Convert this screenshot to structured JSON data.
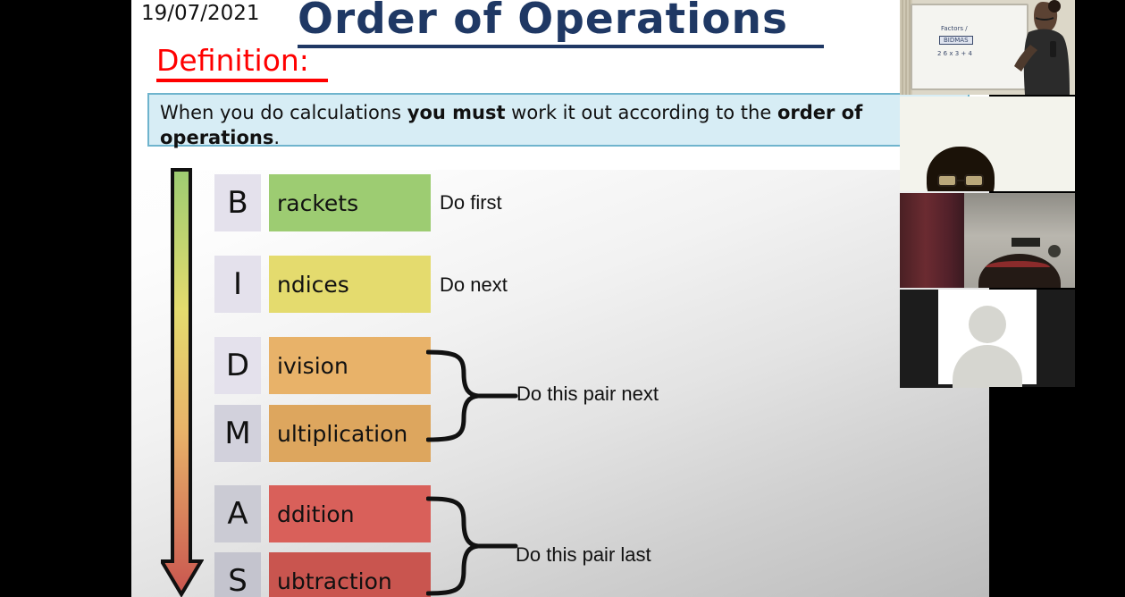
{
  "slide": {
    "date": "19/07/2021",
    "title": "Order of Operations",
    "section_heading": "Definition:",
    "definition_box": {
      "text_plain": "When you do calculations you must work it out according to the order of operations.",
      "segments": [
        {
          "text": "When you do calculations ",
          "bold": false
        },
        {
          "text": "you must",
          "bold": true
        },
        {
          "text": " work it out according to the ",
          "bold": false
        },
        {
          "text": "order of operations",
          "bold": true
        },
        {
          "text": ".",
          "bold": false
        }
      ],
      "bg_color": "#D7EDF5",
      "border_color": "#6FB4CD"
    },
    "colors": {
      "title": "#1F3864",
      "heading": "#FF0000",
      "letter_box": "#E4E1EC",
      "letter_box_grey": "#C9C9D1",
      "brackets": "#9DCC72",
      "indices": "#E4DB6E",
      "division": "#E8B269",
      "multiplication": "#DDA65E",
      "addition": "#D9605A",
      "subtraction": "#C9554F"
    },
    "arrow": {
      "name": "priority-arrow",
      "direction": "down",
      "gradient_stops": [
        "#9DCC72",
        "#E4DB6E",
        "#E8B269",
        "#C9554F"
      ]
    },
    "rows": [
      {
        "letter": "B",
        "word": "rackets",
        "color": "#9DCC72",
        "letter_bg": "#E4E1EC",
        "note": "Do first"
      },
      {
        "letter": "I",
        "word": "ndices",
        "color": "#E4DB6E",
        "letter_bg": "#E4E1EC",
        "note": "Do next"
      },
      {
        "letter": "D",
        "word": "ivision",
        "color": "#E8B269",
        "letter_bg": "#E4E1EC",
        "note": ""
      },
      {
        "letter": "M",
        "word": "ultiplication",
        "color": "#DDA65E",
        "letter_bg": "#D2D1DC",
        "note": ""
      },
      {
        "letter": "A",
        "word": "ddition",
        "color": "#D9605A",
        "letter_bg": "#CBCBD4",
        "note": ""
      },
      {
        "letter": "S",
        "word": "ubtraction",
        "color": "#C9554F",
        "letter_bg": "#C4C4CE",
        "note": ""
      }
    ],
    "pair_notes": [
      {
        "label": "Do this pair next",
        "pairs": [
          "D",
          "M"
        ]
      },
      {
        "label": "Do this pair last",
        "pairs": [
          "A",
          "S"
        ]
      }
    ]
  },
  "video_panels": [
    {
      "name": "teacher-whiteboard-tile",
      "description": "Teacher writing at whiteboard",
      "whiteboard_lines": [
        "Factors /",
        "BIDMAS",
        "2 6 x 3 + 4"
      ]
    },
    {
      "name": "student-tile-1",
      "description": "Student head at bottom of frame"
    },
    {
      "name": "student-tile-2",
      "description": "Dark room with red curtain"
    },
    {
      "name": "avatar-tile",
      "description": "Default avatar placeholder"
    }
  ]
}
